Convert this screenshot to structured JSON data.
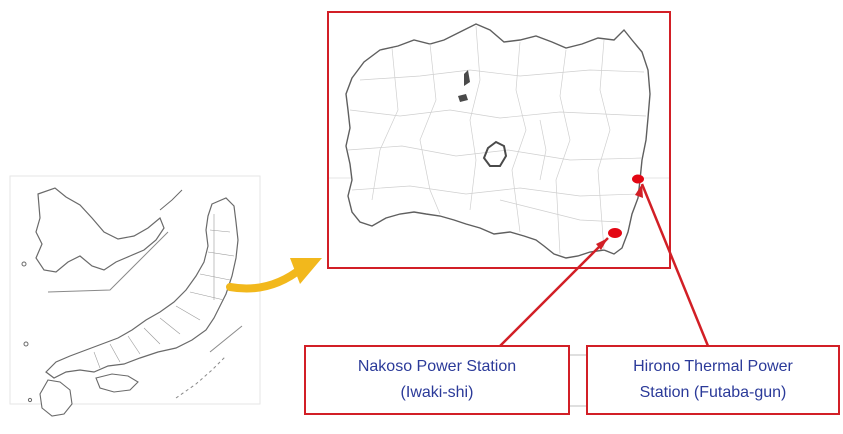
{
  "colors": {
    "accent_red": "#d21f26",
    "arrow_yellow": "#f2b81c",
    "label_text": "#2b3a99",
    "outline": "#6a6a6a",
    "border_gray": "#e4e4e4"
  },
  "stations": [
    {
      "name_line1": "Nakoso Power Station",
      "name_line2": "(Iwaki-shi)"
    },
    {
      "name_line1": "Hirono Thermal Power",
      "name_line2": "Station (Futaba-gun)"
    }
  ]
}
